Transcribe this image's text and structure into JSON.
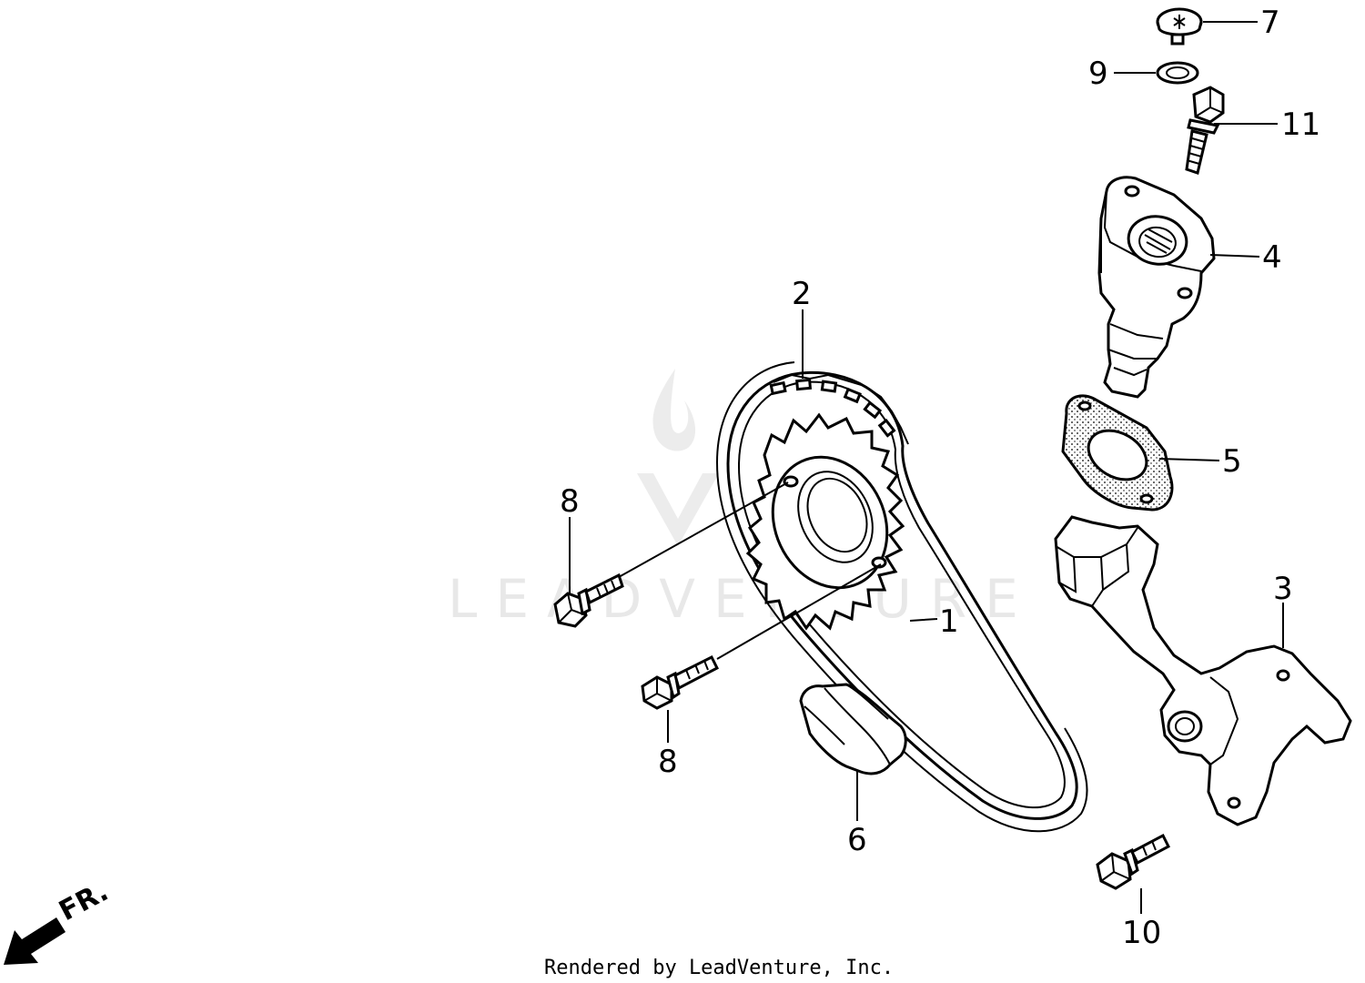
{
  "watermark": {
    "text": "LEADVENTURE"
  },
  "callouts": [
    {
      "id": "c1",
      "label": "1"
    },
    {
      "id": "c2",
      "label": "2"
    },
    {
      "id": "c3",
      "label": "3"
    },
    {
      "id": "c4",
      "label": "4"
    },
    {
      "id": "c5",
      "label": "5"
    },
    {
      "id": "c6",
      "label": "6"
    },
    {
      "id": "c7",
      "label": "7"
    },
    {
      "id": "c8a",
      "label": "8"
    },
    {
      "id": "c8b",
      "label": "8"
    },
    {
      "id": "c9",
      "label": "9"
    },
    {
      "id": "c10",
      "label": "10"
    },
    {
      "id": "c11",
      "label": "11"
    }
  ],
  "direction_indicator": {
    "label": "FR."
  },
  "footer": {
    "text": "Rendered by LeadVenture, Inc."
  }
}
